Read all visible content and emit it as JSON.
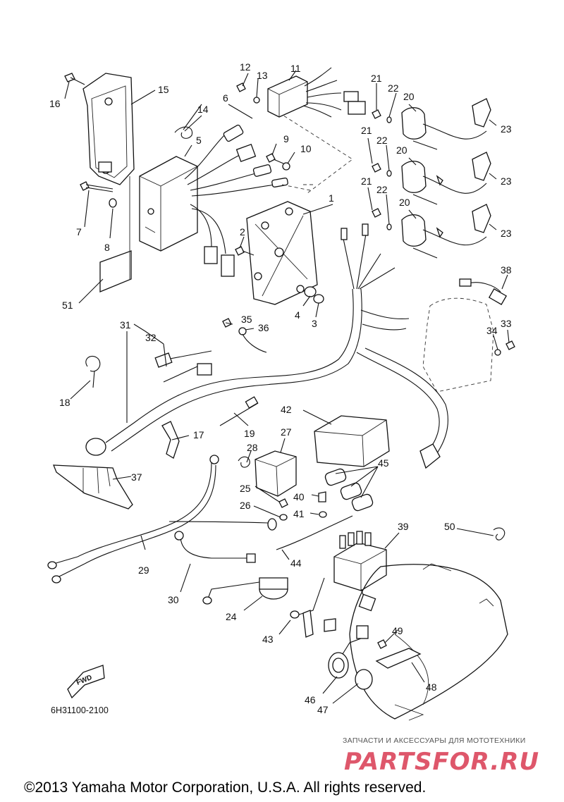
{
  "drawing_code": "6H31100-2100",
  "fwd_label": "FWD",
  "copyright": "©2013 Yamaha Motor Corporation, U.S.A. All rights reserved.",
  "watermark": {
    "tagline": "ЗАПЧАСТИ И АКСЕССУАРЫ ДЛЯ МОТОТЕХНИКИ",
    "logo": "PARTSFOR.RU"
  },
  "callouts": [
    "1",
    "2",
    "3",
    "4",
    "5",
    "6",
    "7",
    "8",
    "9",
    "10",
    "11",
    "12",
    "13",
    "14",
    "15",
    "16",
    "17",
    "18",
    "19",
    "20",
    "20",
    "20",
    "21",
    "21",
    "21",
    "22",
    "22",
    "22",
    "23",
    "23",
    "23",
    "24",
    "25",
    "26",
    "27",
    "28",
    "29",
    "30",
    "31",
    "32",
    "33",
    "34",
    "35",
    "36",
    "37",
    "38",
    "39",
    "40",
    "41",
    "42",
    "43",
    "44",
    "45",
    "46",
    "47",
    "48",
    "49",
    "50",
    "51"
  ]
}
